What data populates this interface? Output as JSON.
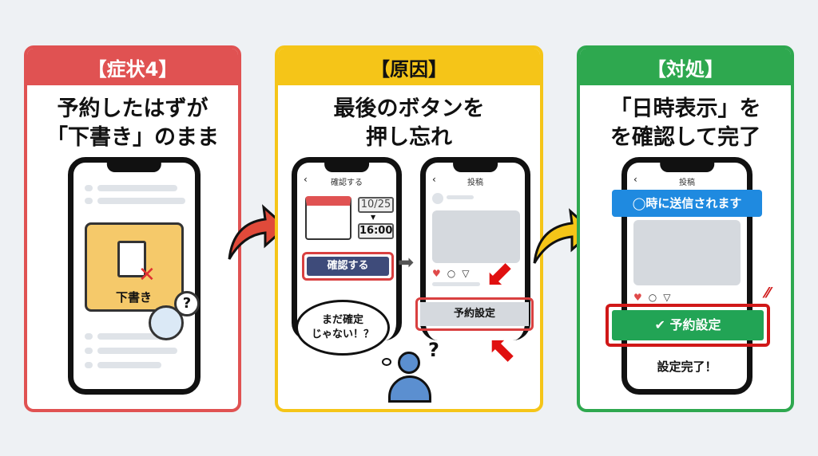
{
  "panels": [
    {
      "header": "【症状4】",
      "title_lines": [
        "予約したはずが",
        "「下書き」のまま"
      ],
      "folder_label": "下書き",
      "color": "#e05252"
    },
    {
      "header": "【原因】",
      "title_lines": [
        "最後のボタンを",
        "押し忘れ"
      ],
      "color": "#f5c518",
      "phone1": {
        "header": "確認する",
        "date": "10/25",
        "time": "16:00",
        "button": "確認する"
      },
      "phone2": {
        "header": "投稿",
        "button": "予約設定"
      },
      "thought": [
        "まだ確定",
        "じゃない！？"
      ],
      "question": "?"
    },
    {
      "header": "【対処】",
      "title_lines": [
        "「日時表示」を",
        "を確認して完了"
      ],
      "color": "#2ea84f",
      "phone": {
        "header": "投稿",
        "banner": "◯時に送信されます",
        "button": "予約設定",
        "done": "設定完了！"
      }
    }
  ],
  "icons": {
    "back": "‹",
    "heart": "♥",
    "comment": "○",
    "send": "▽",
    "bookmark": "⌑",
    "check": "✔",
    "question": "?"
  }
}
